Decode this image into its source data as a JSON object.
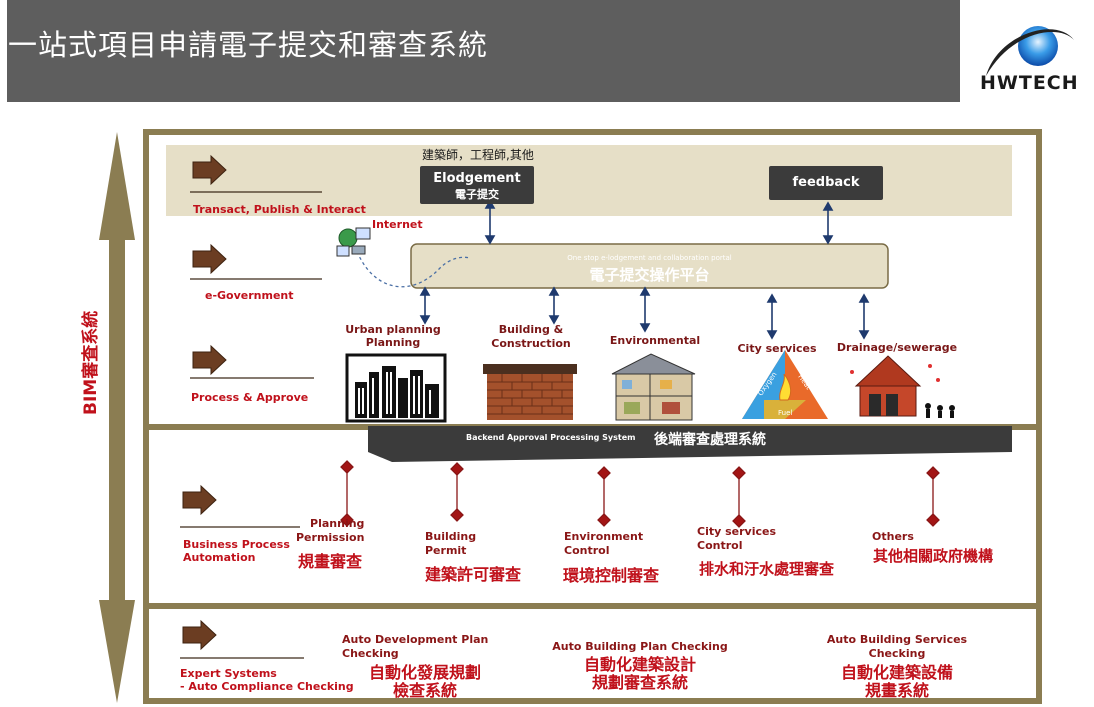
{
  "header": {
    "title": "一站式項目申請電子提交和審查系統",
    "logo_text": "HWTECH"
  },
  "side_label": "BIM審査系統",
  "colors": {
    "frame": "#8b7d52",
    "red": "#c0111b",
    "dark_box": "#3b3b3b",
    "portal": "#e6dfc7"
  },
  "top_note": "建築師，工程師,其他",
  "buttons": {
    "elodgement": "Elodgement",
    "elodgement_sub": "電子提交",
    "feedback": "feedback"
  },
  "internet_label": "Internet",
  "portal": {
    "subtitle": "One stop e-lodgement and collaboration portal",
    "title": "電子提交操作平台"
  },
  "layers": [
    {
      "label": "Transact, Publish & Interact"
    },
    {
      "label": "e-Government"
    },
    {
      "label": "Process & Approve"
    },
    {
      "label": "Business Process\nAutomation"
    },
    {
      "label": "Expert Systems\n- Auto Compliance Checking"
    }
  ],
  "departments": [
    {
      "label": "Urban planning\nPlanning",
      "icon": "city-icon"
    },
    {
      "label": "Building &\nConstruction",
      "icon": "brick-wall-icon"
    },
    {
      "label": "Environmental",
      "icon": "house-cutaway-icon"
    },
    {
      "label": "City services",
      "icon": "fire-triangle-icon"
    },
    {
      "label": "Drainage/sewerage",
      "icon": "fire-station-icon"
    }
  ],
  "fire_triangle": {
    "oxygen": "Oxygen",
    "heat": "Heat",
    "fuel": "Fuel"
  },
  "backend": {
    "en": "Backend Approval Processing System",
    "zh": "後端審查處理系統"
  },
  "processes": [
    {
      "en": "Planning\nPermission",
      "zh": "規畫審查"
    },
    {
      "en": "Building\nPermit",
      "zh": "建築許可審查"
    },
    {
      "en": "Environment\nControl",
      "zh": "環境控制審查"
    },
    {
      "en": "City services\nControl",
      "zh": "排水和汙水處理審查"
    },
    {
      "en": "Others",
      "zh": "其他相關政府機構"
    }
  ],
  "auto_checks": [
    {
      "en": "Auto Development Plan\nChecking",
      "zh": "自動化發展規劃\n檢查系統"
    },
    {
      "en": "Auto Building Plan Checking",
      "zh": "自動化建築設計\n規劃審查系統"
    },
    {
      "en": "Auto Building Services\nChecking",
      "zh": "自動化建築設備\n規畫系統"
    }
  ]
}
